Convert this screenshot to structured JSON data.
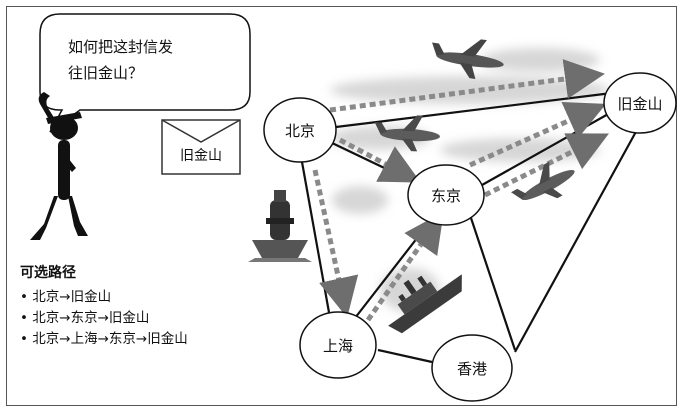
{
  "speech_bubble": {
    "line1": "如何把这封信发",
    "line2": "往旧金山？"
  },
  "envelope": {
    "label": "旧金山"
  },
  "nodes": {
    "beijing": "北京",
    "sanfrancisco": "旧金山",
    "tokyo": "东京",
    "shanghai": "上海",
    "hongkong": "香港"
  },
  "routes_panel": {
    "title": "可选路径",
    "items": [
      "• 北京→旧金山",
      "• 北京→东京→旧金山",
      "• 北京→上海→东京→旧金山"
    ]
  },
  "colors": {
    "edge": "#111111",
    "dashed_route": "#8a8a8a",
    "smoke": "#c8c8c8",
    "ship": "#3b3b3b"
  },
  "icons": [
    "person-icon",
    "envelope-icon",
    "airplane-icon",
    "ship-icon",
    "train-icon"
  ]
}
